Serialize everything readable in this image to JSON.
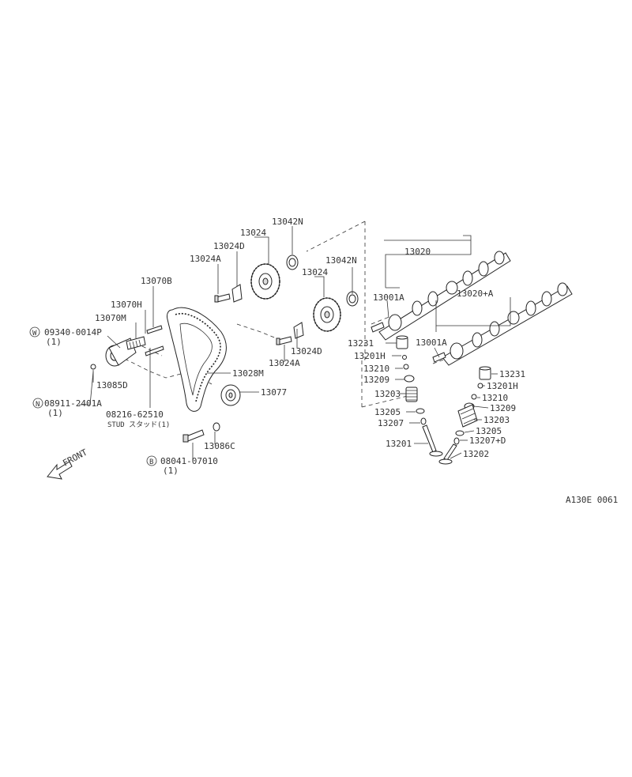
{
  "diagram": {
    "figure_code": "A130E 0061",
    "front_label": "FRONT",
    "labels": {
      "p13042N_a": "13042N",
      "p13024_a": "13024",
      "p13024D_a": "13024D",
      "p13024A_a": "13024A",
      "p13070B": "13070B",
      "p13070H": "13070H",
      "p13070M": "13070M",
      "w09340": "09340-0014P",
      "w09340_qty": "(1)",
      "w09340_symbol": "W",
      "p13085D": "13085D",
      "n08911": "08911-2401A",
      "n08911_qty": "(1)",
      "n08911_symbol": "N",
      "p08216": "08216-62510",
      "stud_note": "STUD スタッド(1)",
      "p13028M": "13028M",
      "p13077": "13077",
      "p13086C": "13086C",
      "b08041": "08041-07010",
      "b08041_qty": "(1)",
      "b08041_symbol": "B",
      "p13042N_b": "13042N",
      "p13024_b": "13024",
      "p13024D_b": "13024D",
      "p13024A_b": "13024A",
      "p13020": "13020",
      "p13001A_a": "13001A",
      "p13020A": "13020+A",
      "p13001A_b": "13001A",
      "l13231": "13231",
      "l13201H": "13201H",
      "l13210": "13210",
      "l13209": "13209",
      "l13203": "13203",
      "l13205": "13205",
      "l13207": "13207",
      "l13201": "13201",
      "r13231": "13231",
      "r13201H": "13201H",
      "r13210": "13210",
      "r13209": "13209",
      "r13203": "13203",
      "r13205": "13205",
      "r13207D": "13207+D",
      "r13202": "13202"
    }
  }
}
